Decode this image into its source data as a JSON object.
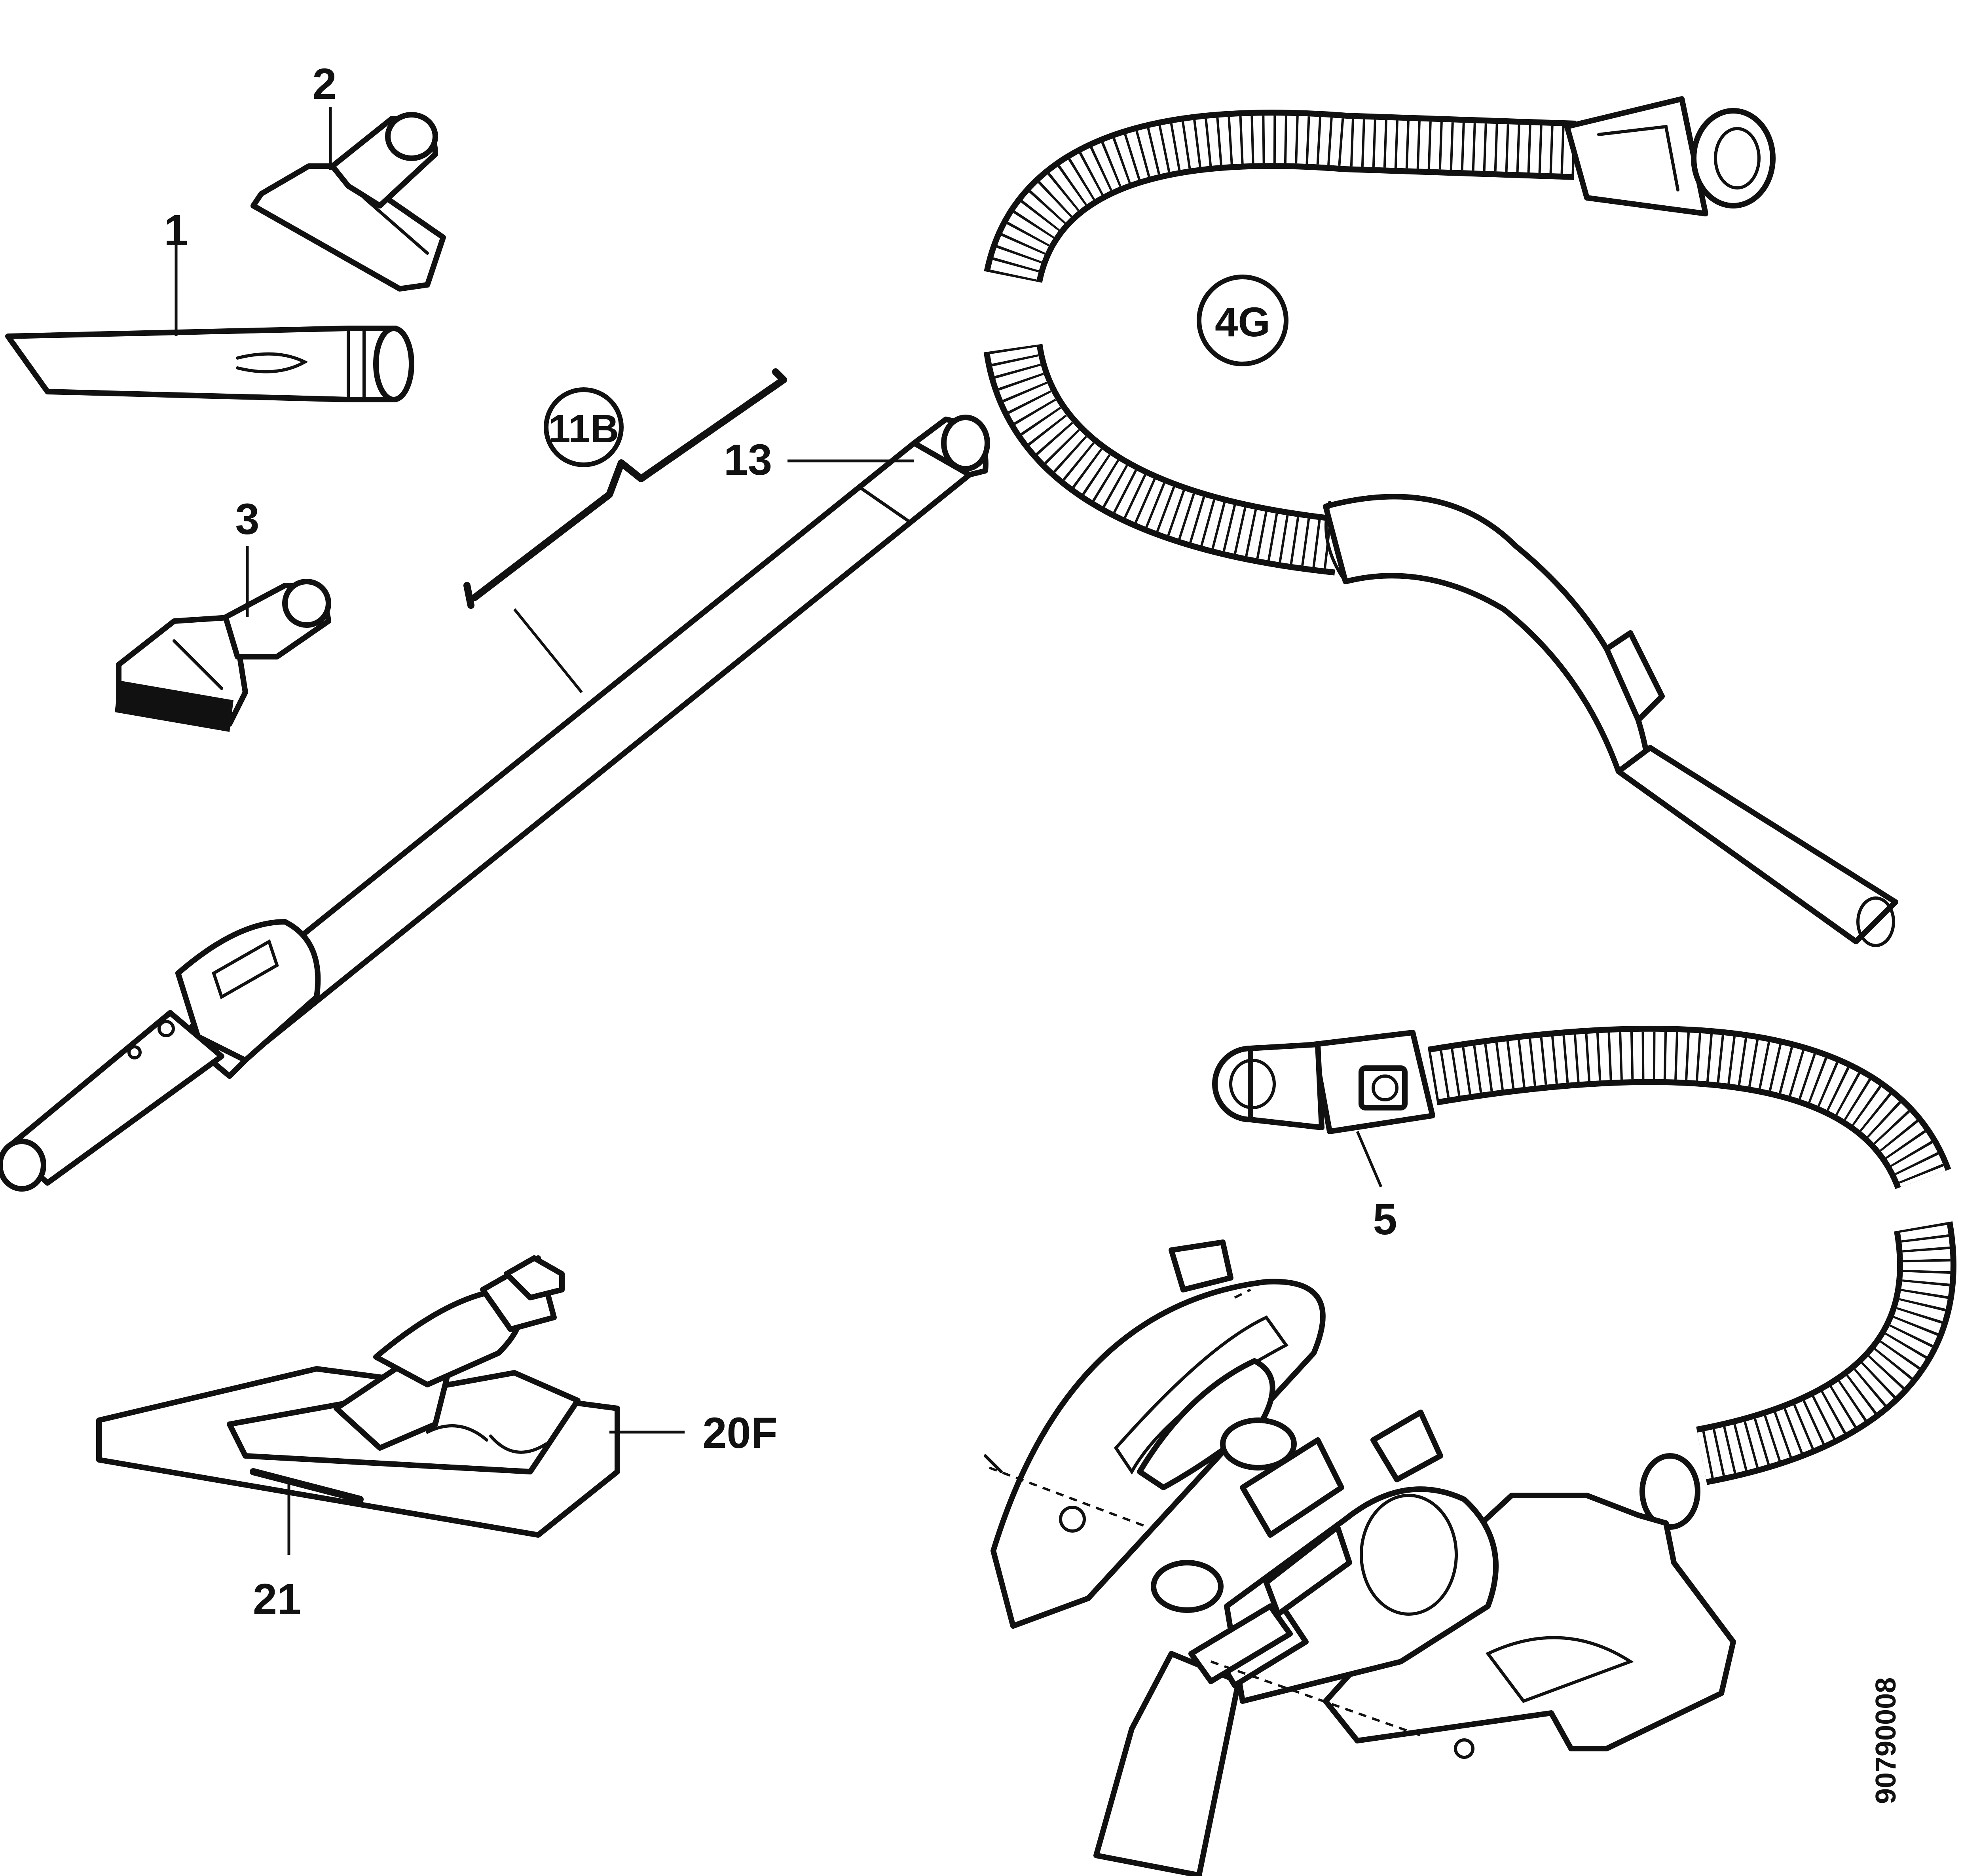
{
  "diagram": {
    "parts": [
      {
        "id": "label-1",
        "text": "1"
      },
      {
        "id": "label-2",
        "text": "2"
      },
      {
        "id": "label-3",
        "text": "3"
      },
      {
        "id": "label-5",
        "text": "5"
      },
      {
        "id": "label-13",
        "text": "13"
      },
      {
        "id": "label-20f",
        "text": "20F"
      },
      {
        "id": "label-21",
        "text": "21"
      }
    ],
    "circled": [
      {
        "id": "label-11b",
        "text": "11B"
      },
      {
        "id": "label-4g",
        "text": "4G"
      }
    ],
    "reference_code": "90790008"
  }
}
